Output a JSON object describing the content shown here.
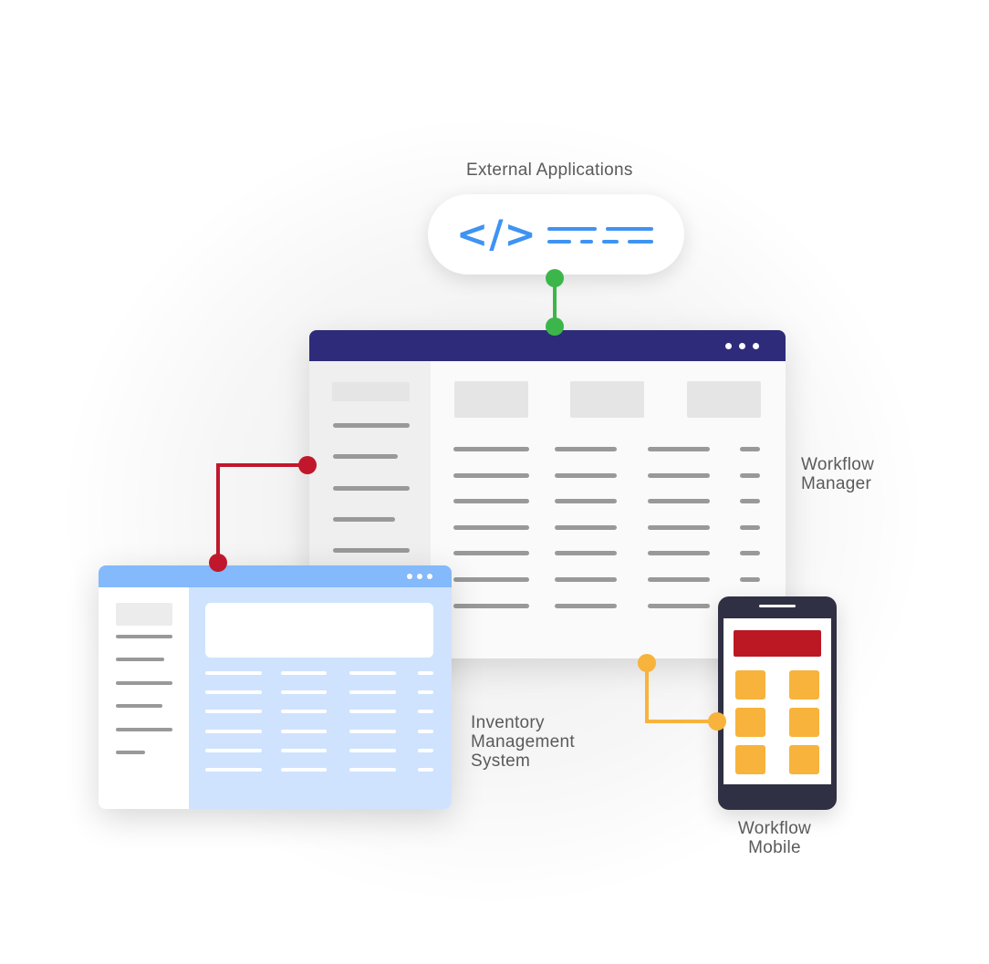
{
  "nodes": {
    "external": {
      "label": "External Applications",
      "code_icon": "</>"
    },
    "workflow_manager": {
      "label_lines": [
        "Workflow",
        "Manager"
      ]
    },
    "inventory": {
      "label_lines": [
        "Inventory",
        "Management",
        "System"
      ]
    },
    "mobile": {
      "label_lines": [
        "Workflow",
        "Mobile"
      ]
    }
  },
  "colors": {
    "code_blue": "#3f93f2",
    "manager_bar": "#2e2c7a",
    "inventory_bar": "#84b9fb",
    "inventory_body": "#cfe3fe",
    "phone_frame": "#2f3044",
    "phone_banner": "#bb1823",
    "phone_tile": "#f7b33c",
    "connector_green": "#3cb64b",
    "connector_red": "#c1172c",
    "connector_orange": "#f7b33c"
  },
  "icons": [
    "code-brackets-icon",
    "window-menu-dots-icon"
  ]
}
